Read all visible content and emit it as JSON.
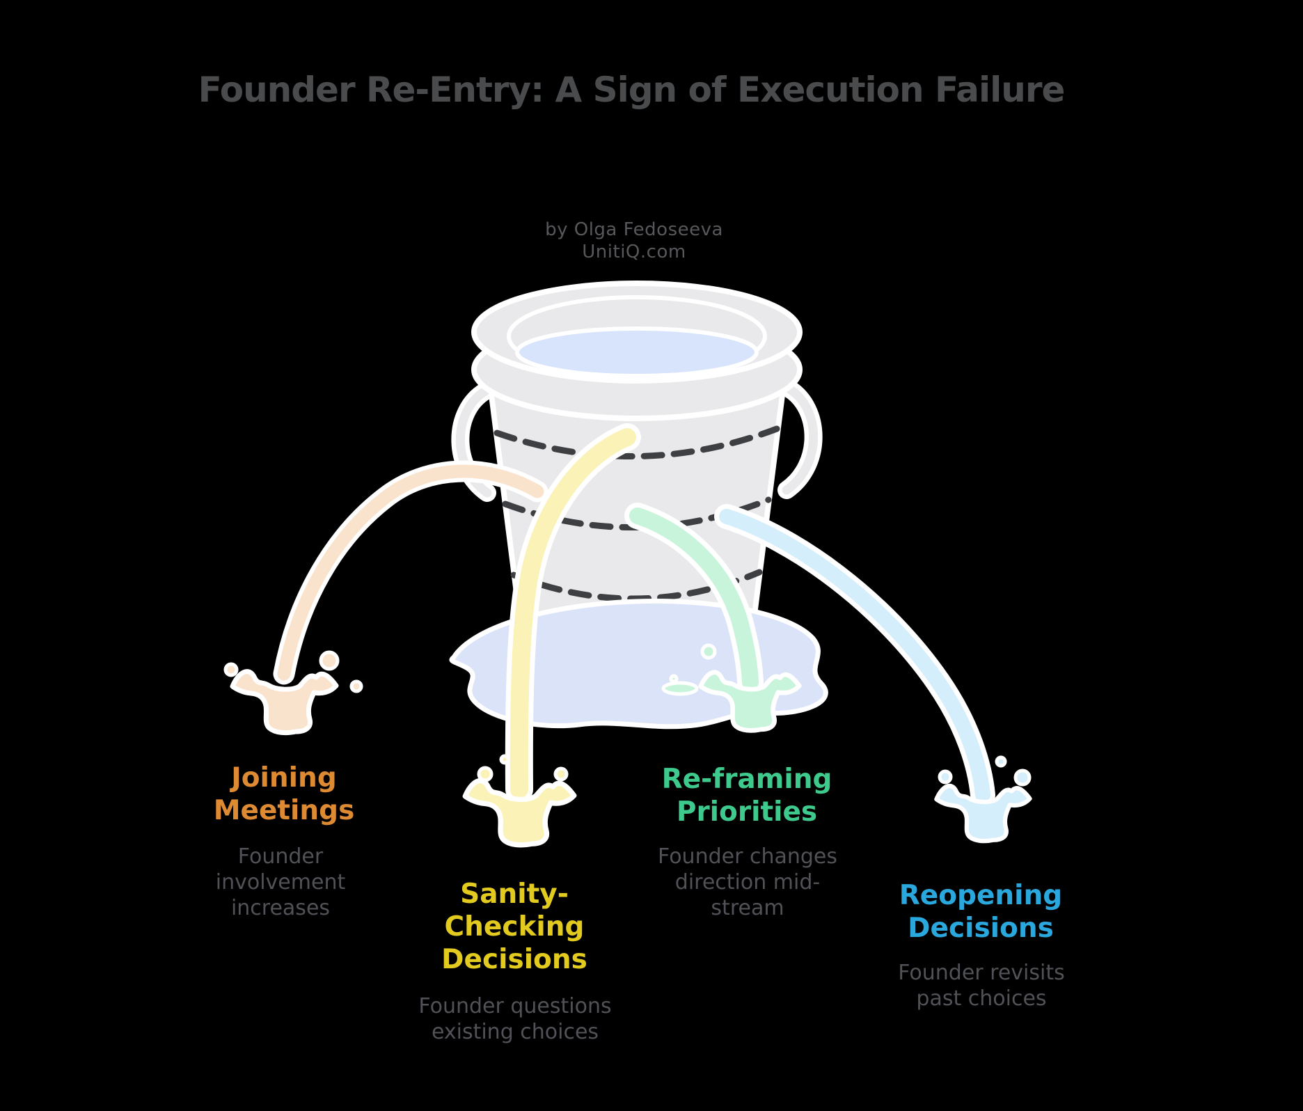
{
  "title": "Founder Re-Entry: A Sign of Execution Failure",
  "byline": {
    "author": "by Olga Fedoseeva",
    "site": "UnitiQ.com"
  },
  "illustration": {
    "subject": "leaking-bucket-with-four-streams",
    "leaks": [
      "orange",
      "yellow",
      "green",
      "blue"
    ]
  },
  "labels": [
    {
      "id": "joining-meetings",
      "heading": "Joining\nMeetings",
      "description": "Founder\ninvolvement\nincreases"
    },
    {
      "id": "sanity-checking-decisions",
      "heading": "Sanity-\nChecking\nDecisions",
      "description": "Founder questions\nexisting choices"
    },
    {
      "id": "re-framing-priorities",
      "heading": "Re-framing\nPriorities",
      "description": "Founder changes\ndirection mid-\nstream"
    },
    {
      "id": "reopening-decisions",
      "heading": "Reopening\nDecisions",
      "description": "Founder revisits\npast choices"
    }
  ],
  "colors": {
    "background": "#000000",
    "title_text": "#4a4b4d",
    "byline_text": "#56585c",
    "subtext": "#515257",
    "accent_orange": "#de8a33",
    "accent_yellow": "#e2cb1e",
    "accent_green": "#3eca8d",
    "accent_blue": "#2aa8dd",
    "stream_orange": "#fae3cc",
    "stream_yellow": "#fbf2b8",
    "stream_green": "#c9f4dc",
    "stream_blue": "#d5eefb",
    "puddle": "#dae3f8",
    "bucket_gray": "#e9e9eb",
    "water_blue": "#d7e4fb",
    "dash_gray": "#3e3f42",
    "outline_white": "#ffffff"
  }
}
